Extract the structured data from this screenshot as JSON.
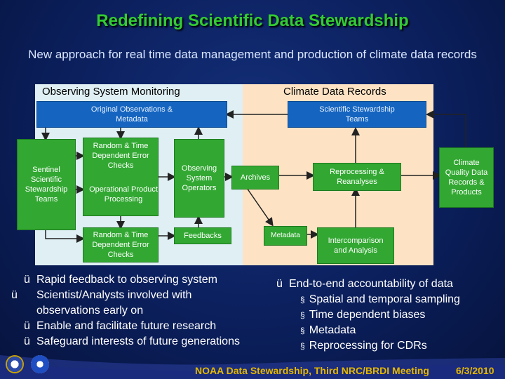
{
  "title": "Redefining Scientific Data Stewardship",
  "subtitle": "New approach for real time data management and production of climate data records",
  "panels": {
    "left_header": "Observing System Monitoring",
    "right_header": "Climate Data Records"
  },
  "boxes": {
    "original_obs": "Original Observations & Metadata",
    "sci_stewardship": "Scientific Stewardship Teams",
    "sentinel": "Sentinel Scientific Stewardship Teams",
    "random_time_1": "Random & Time Dependent Error Checks",
    "operational": "Operational Product Processing",
    "random_time_2": "Random & Time Dependent Error Checks",
    "observing_ops": "Observing System Operators",
    "feedbacks": "Feedbacks",
    "archives": "Archives",
    "metadata": "Metadata",
    "reprocessing": "Reprocessing & Reanalyses",
    "intercomparison": "Intercomparison and Analysis",
    "climate_quality": "Climate Quality Data Records & Products"
  },
  "left_bullets": [
    "Rapid feedback to observing system",
    "Scientist/Analysts involved with observations early on",
    "Enable and facilitate future research",
    "Safeguard interests of future generations"
  ],
  "right_bullet": "End-to-end accountability of data",
  "right_subbullets": [
    "Spatial and temporal sampling",
    "Time dependent biases",
    "Metadata",
    "Reprocessing for CDRs"
  ],
  "check_glyph": "ü",
  "sub_glyph": "§",
  "footer": "NOAA Data Stewardship, Third NRC/BRDI Meeting",
  "date": "6/3/2010",
  "colors": {
    "title": "#33cc33",
    "box_green": "#32a832",
    "box_blue": "#1565c0",
    "footer": "#e6b800"
  }
}
